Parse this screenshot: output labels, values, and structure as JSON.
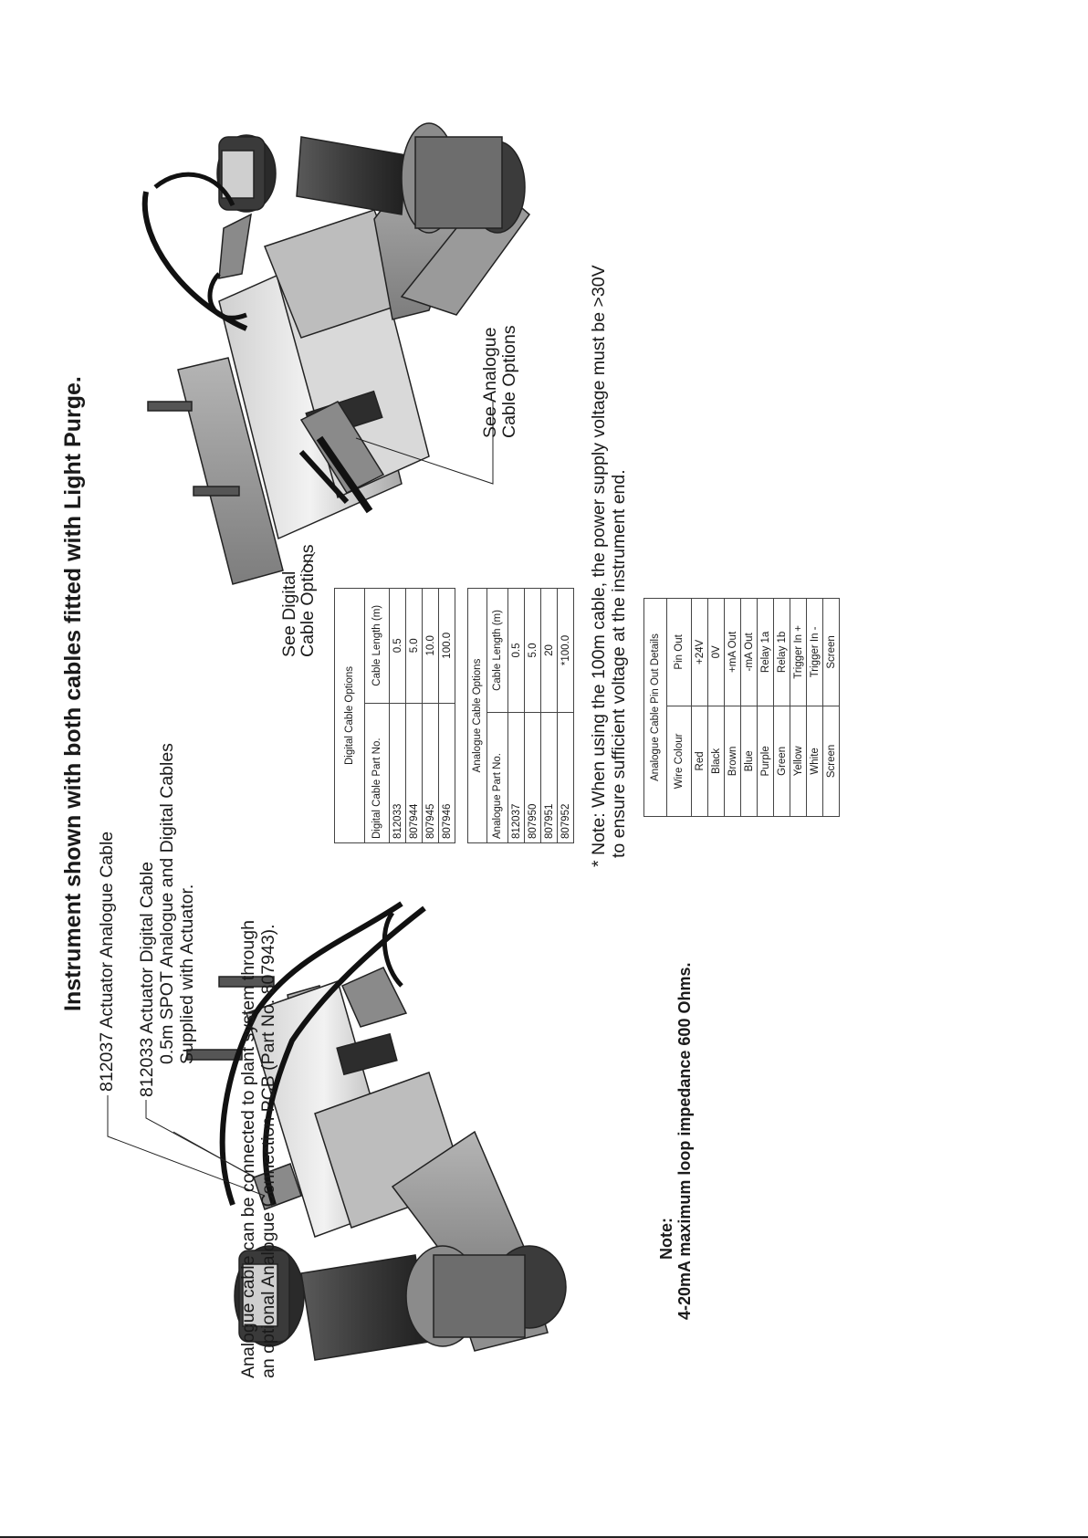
{
  "title": "Instrument shown with both cables fitted with Light Purge.",
  "labels": {
    "analogue_cable": "812037 Actuator Analogue Cable",
    "digital_cable": "812033 Actuator Digital Cable",
    "spot_line1": "0.5m SPOT Analogue and Digital Cables",
    "spot_line2": "Supplied with Actuator.",
    "see_digital_1": "See Digital",
    "see_digital_2": "Cable Options",
    "see_analogue_1": "See Analogue",
    "see_analogue_2": "Cable Options"
  },
  "notes": {
    "loop_heading": "Note:",
    "loop_text": "4-20mA maximum loop impedance 600 Ohms.",
    "supply_line1": "* Note: When using the 100m cable, the power supply voltage must be >30V",
    "supply_line2": "to ensure sufficient voltage at the instrument end.",
    "pcb_line1": "Analogue cable can be connected to plant system through",
    "pcb_line2": "an optional Analogue Connection PCB (Part No. 807943)."
  },
  "digital_table": {
    "caption": "Digital Cable Options",
    "headers": [
      "Digital Cable Part No.",
      "Cable Length (m)"
    ],
    "rows": [
      [
        "812033",
        "0.5"
      ],
      [
        "807944",
        "5.0"
      ],
      [
        "807945",
        "10.0"
      ],
      [
        "807946",
        "100.0"
      ]
    ]
  },
  "analogue_table": {
    "caption": "Analogue Cable Options",
    "headers": [
      "Analogue Part No.",
      "Cable Length (m)"
    ],
    "rows": [
      [
        "812037",
        "0.5"
      ],
      [
        "807950",
        "5.0"
      ],
      [
        "807951",
        "20"
      ],
      [
        "807952",
        "*100.0"
      ]
    ]
  },
  "pinout_table": {
    "caption": "Analogue Cable Pin Out Details",
    "headers": [
      "Wire Colour",
      "Pin Out"
    ],
    "rows": [
      [
        "Red",
        "+24V"
      ],
      [
        "Black",
        "0V"
      ],
      [
        "Brown",
        "+mA Out"
      ],
      [
        "Blue",
        "-mA Out"
      ],
      [
        "Purple",
        "Relay 1a"
      ],
      [
        "Green",
        "Relay 1b"
      ],
      [
        "Yellow",
        "Trigger In +"
      ],
      [
        "White",
        "Trigger In -"
      ],
      [
        "Screen",
        "Screen"
      ]
    ]
  }
}
